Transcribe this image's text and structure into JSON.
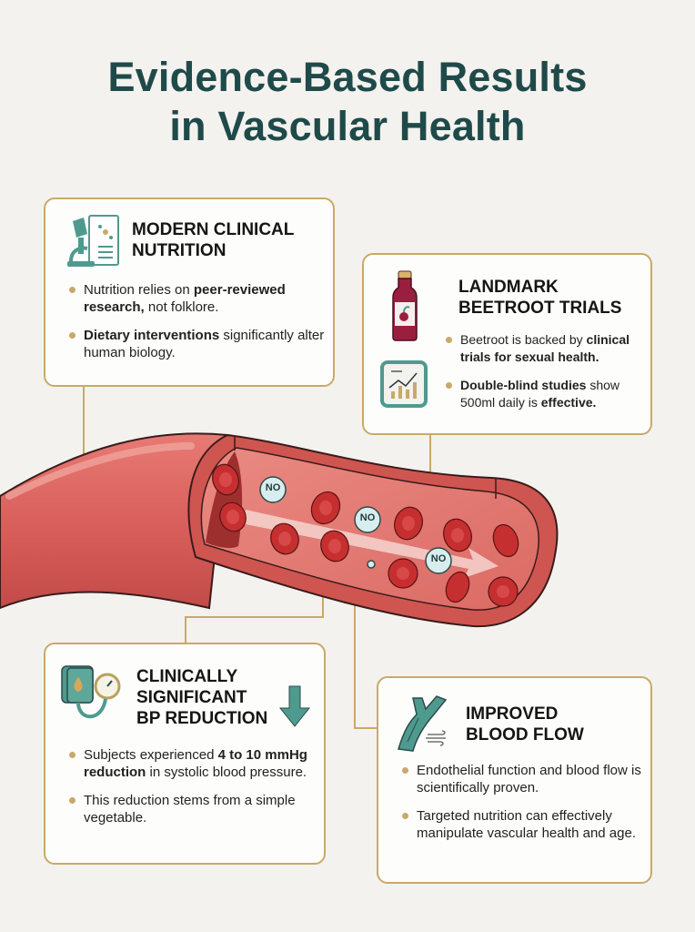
{
  "title": {
    "line1": "Evidence-Based Results",
    "line2": "in Vascular Health"
  },
  "colors": {
    "title": "#1f4a4a",
    "accent_gold": "#c9a969",
    "teal_icon": "#4f9a8e",
    "vessel_red": "#d9605c",
    "background": "#f3f2ee"
  },
  "cards": {
    "modern_nutrition": {
      "icon": "microscope-document-icon",
      "heading_line1": "MODERN CLINICAL",
      "heading_line2": "NUTRITION",
      "bullets": [
        {
          "pre": "Nutrition relies on ",
          "bold": "peer-reviewed research,",
          "post": " not folklore."
        },
        {
          "pre": "",
          "bold": "Dietary interventions",
          "post": " significantly alter human biology."
        }
      ]
    },
    "beetroot_trials": {
      "icons": [
        "juice-bottle-icon",
        "bar-chart-trend-icon"
      ],
      "heading_line1": "LANDMARK",
      "heading_line2": "BEETROOT TRIALS",
      "bullets": [
        {
          "pre": "Beetroot is backed by ",
          "bold": "clinical trials for sexual health.",
          "post": ""
        },
        {
          "pre": "",
          "bold": "Double-blind studies",
          "post": " show 500ml daily is ",
          "bold2": "effective."
        }
      ]
    },
    "bp_reduction": {
      "icons": [
        "blood-pressure-monitor-icon",
        "down-arrow-icon"
      ],
      "heading_line1": "CLINICALLY",
      "heading_line2": "SIGNIFICANT",
      "heading_line3": "BP REDUCTION",
      "bullets": [
        {
          "pre": "Subjects experienced ",
          "bold": "4 to 10 mmHg reduction",
          "post": " in systolic blood pressure."
        },
        {
          "pre": "This reduction stems from a simple vegetable.",
          "bold": "",
          "post": ""
        }
      ]
    },
    "blood_flow": {
      "icon": "artery-flow-icon",
      "heading_line1": "IMPROVED",
      "heading_line2": "BLOOD FLOW",
      "bullets": [
        {
          "pre": "Endothelial function and blood flow is scientifically proven.",
          "bold": "",
          "post": ""
        },
        {
          "pre": "Targeted nutrition can effectively manipulate vascular health and age.",
          "bold": "",
          "post": ""
        }
      ]
    }
  },
  "vessel": {
    "molecule_labels": [
      "NO",
      "NO",
      "NO"
    ]
  }
}
